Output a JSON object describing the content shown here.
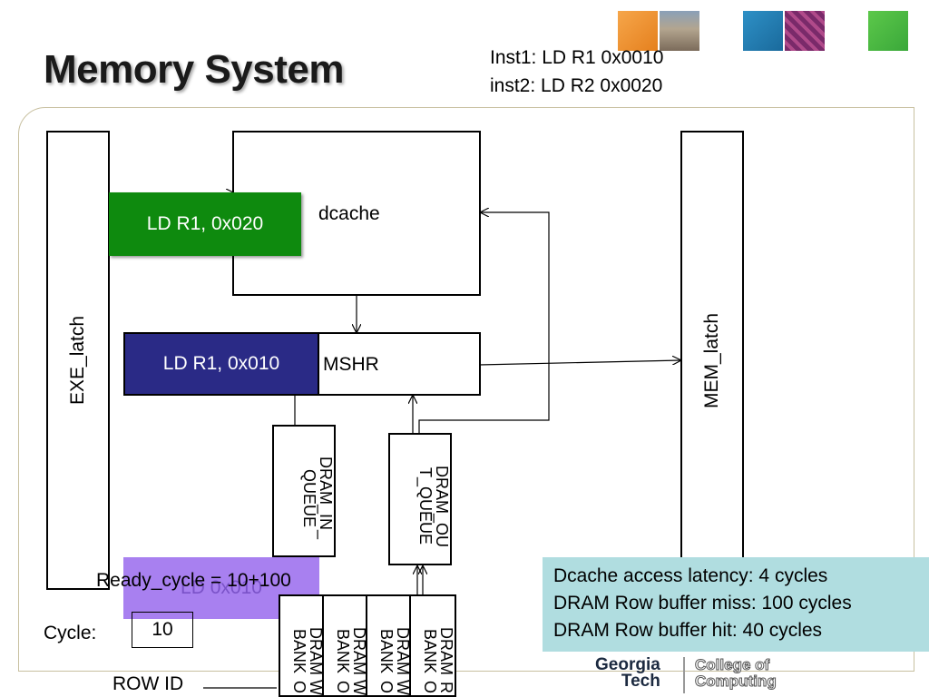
{
  "title": "Memory System",
  "instructions": [
    "Inst1: LD R1 0x0010",
    "inst2: LD R2 0x0020"
  ],
  "exe_latch": "EXE_latch",
  "mem_latch": "MEM_latch",
  "dcache": "dcache",
  "mshr": "MSHR",
  "green_entry": "LD R1, 0x020",
  "mshr_entry": "LD R1, 0x010",
  "dram_in_queue": "DRAM_IN_ QUEUE",
  "dram_out_queue": "DRAM_OU T_QUEUE",
  "purple_entry": "LD 0x010",
  "ready_cycle": "Ready_cycle = 10+100",
  "cycle_label": "Cycle:",
  "cycle_value": "10",
  "row_id_label": "ROW ID",
  "banks": [
    "DRAM BANK",
    "DRAM BANK",
    "DRAM BANK",
    "DRAM BANK"
  ],
  "bank_footers": [
    "W O",
    "W O",
    "W O",
    "R O"
  ],
  "latencies": [
    "Dcache access latency: 4 cycles",
    "DRAM Row buffer miss: 100 cycles",
    "DRAM Row buffer hit: 40 cycles"
  ],
  "logo": {
    "line1": "Georgia",
    "line2": "Tech",
    "college1": "College of",
    "college2": "Computing"
  },
  "colors": {
    "green_box": "#0e8a0e",
    "mshr_entry": "#2a2a86",
    "purple_box": "#a880f0",
    "info_box": "#b0dde0"
  }
}
